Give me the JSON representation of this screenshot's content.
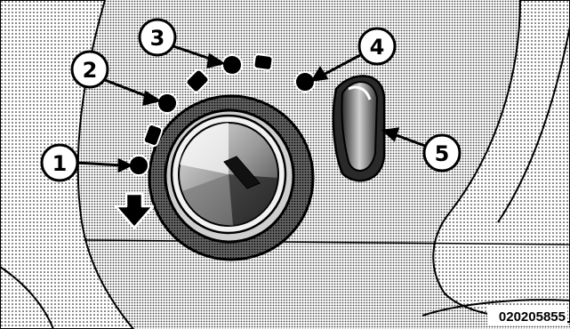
{
  "figure": {
    "id_label": "020205855",
    "callouts": [
      {
        "num": "1"
      },
      {
        "num": "2"
      },
      {
        "num": "3"
      },
      {
        "num": "4"
      },
      {
        "num": "5"
      }
    ],
    "colors": {
      "ink": "#000000",
      "paper": "#ffffff",
      "halftone": "#bdbdbd"
    }
  }
}
